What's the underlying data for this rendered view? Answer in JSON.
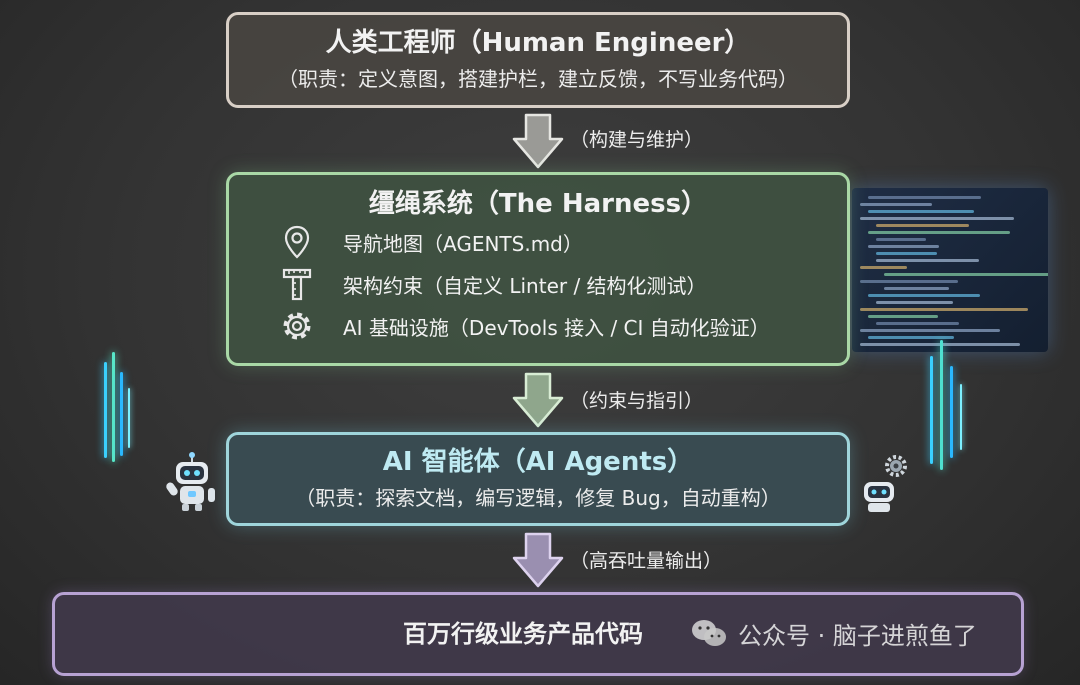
{
  "human": {
    "title": "人类工程师（Human Engineer）",
    "subtitle": "（职责：定义意图，搭建护栏，建立反馈，不写业务代码）"
  },
  "arrow1_label": "（构建与维护）",
  "harness": {
    "title": "缰绳系统（The Harness）",
    "items": [
      {
        "icon": "map-pin-icon",
        "label": "导航地图（AGENTS.md）"
      },
      {
        "icon": "ruler-icon",
        "label": "架构约束（自定义 Linter / 结构化测试）"
      },
      {
        "icon": "gear-icon",
        "label": "AI 基础设施（DevTools 接入 / CI 自动化验证）"
      }
    ]
  },
  "arrow2_label": "（约束与指引）",
  "agents": {
    "title": "AI 智能体（AI Agents）",
    "subtitle": "（职责：探索文档，编写逻辑，修复 Bug，自动重构）"
  },
  "arrow3_label": "（高吞吐量输出）",
  "output": {
    "title": "百万行级业务产品代码"
  },
  "watermark": "公众号 · 脑子进煎鱼了",
  "colors": {
    "human_border": "#d8cfc6",
    "harness_border": "#a9d8a6",
    "agents_border": "#9fd5db",
    "output_border": "#b7a2d3"
  }
}
